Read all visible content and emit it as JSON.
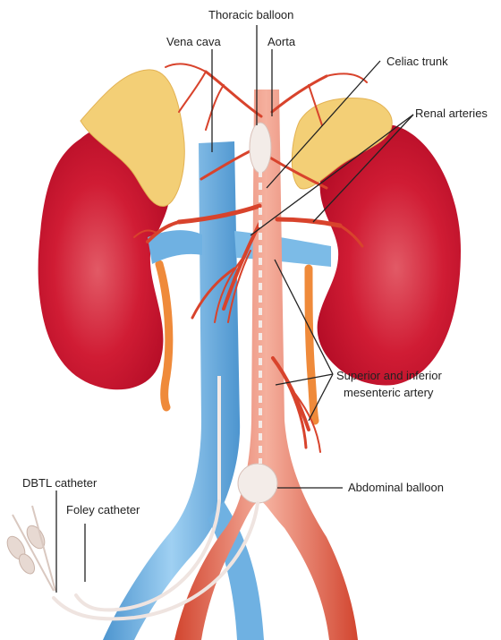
{
  "labels": {
    "thoracic_balloon": "Thoracic balloon",
    "vena_cava": "Vena cava",
    "aorta": "Aorta",
    "celiac_trunk": "Celiac trunk",
    "renal_arteries": "Renal arteries",
    "mesenteric_line1": "Superior and inferior",
    "mesenteric_line2": "mesenteric artery",
    "abdominal_balloon": "Abdominal balloon",
    "dbtl_catheter": "DBTL catheter",
    "foley_catheter": "Foley catheter"
  },
  "colors": {
    "kidney": "#c8102e",
    "kidney_highlight": "#e0505a",
    "adrenal": "#f3cf76",
    "vein": "#5aa6dc",
    "vein_light": "#9cccf0",
    "artery": "#d8432c",
    "artery_light": "#f0907a",
    "ureter": "#f08c3c",
    "catheter": "#f4ebe8",
    "balloon": "#f3ece8"
  }
}
